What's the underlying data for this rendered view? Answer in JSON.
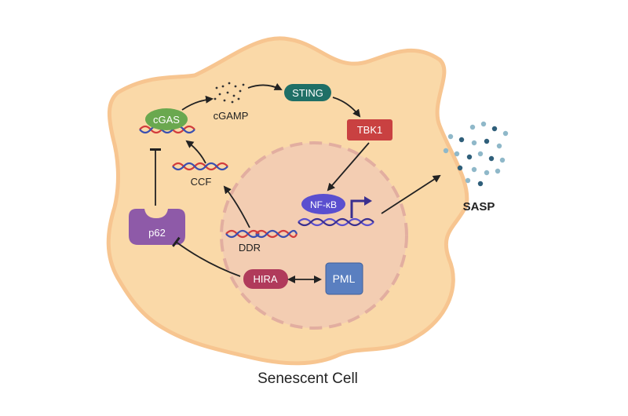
{
  "caption": "Senescent Cell",
  "nodes": {
    "cgas": "cGAS",
    "cgamp": "cGAMP",
    "sting": "STING",
    "tbk1": "TBK1",
    "nfkb": "NF-κB",
    "sasp": "SASP",
    "ccf": "CCF",
    "ddr": "DDR",
    "p62": "p62",
    "hira": "HIRA",
    "pml": "PML"
  },
  "colors": {
    "cytoplasm_fill": "#fad9a8",
    "cytoplasm_stroke": "#f7c590",
    "nucleus_fill": "#f3cdb2",
    "nucleus_stroke": "#e2aea0",
    "cgas": "#6aa84f",
    "sting": "#1f6f66",
    "tbk1": "#c94141",
    "nfkb": "#5a4fcf",
    "p62": "#8e5aa8",
    "hira": "#b03a5b",
    "pml": "#5a7fc0",
    "dna_red": "#d23c3c",
    "dna_blue": "#3a4fb0",
    "sasp_dark": "#2f5f7a",
    "sasp_light": "#8fb8c9"
  }
}
